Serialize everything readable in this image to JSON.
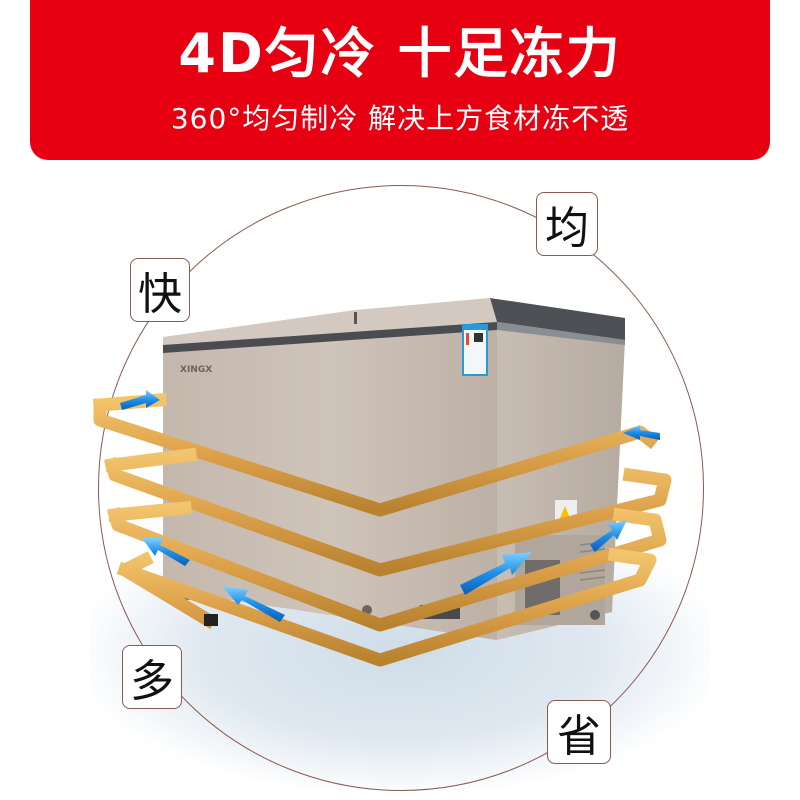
{
  "banner": {
    "headline": "4D匀冷 十足冻力",
    "subline": "360°均匀制冷  解决上方食材冻不透",
    "background_color": "#e60012",
    "text_color": "#ffffff"
  },
  "product": {
    "type": "chest-freezer",
    "brand_label": "XINGX",
    "body_color": "#c9bdb2",
    "lid_trim_color": "#4a4c50",
    "energy_label_color": "#2a9ad6"
  },
  "cooling_pipes": {
    "color": "#e0a64a",
    "loops": 4,
    "arrow_color": "#1e8ee8"
  },
  "badges": [
    {
      "id": "fast",
      "label": "快"
    },
    {
      "id": "even",
      "label": "均"
    },
    {
      "id": "more",
      "label": "多"
    },
    {
      "id": "save",
      "label": "省"
    }
  ],
  "colors": {
    "circle_outline": "#8a5a50",
    "badge_border": "#8a5a50"
  }
}
